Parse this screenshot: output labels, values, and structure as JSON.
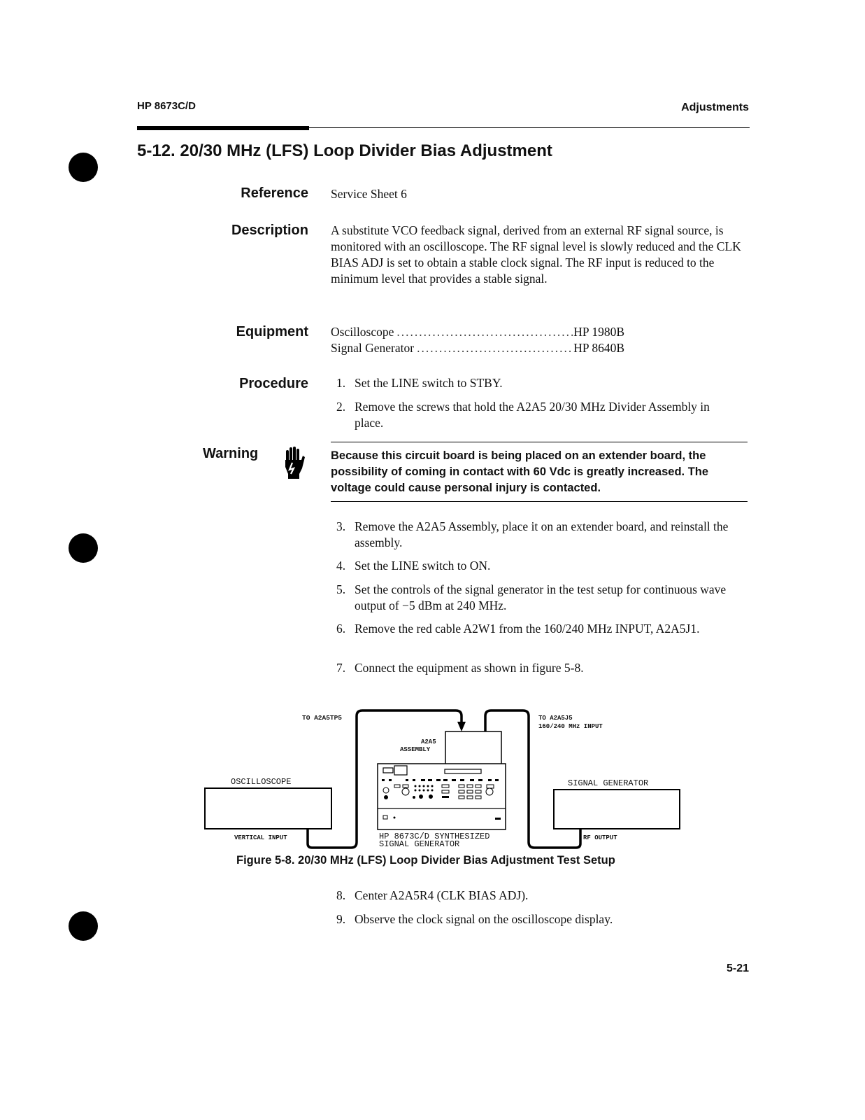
{
  "header": {
    "model": "HP 8673C/D",
    "section": "Adjustments"
  },
  "title": "5-12. 20/30 MHz (LFS) Loop Divider Bias Adjustment",
  "reference": {
    "label": "Reference",
    "text": "Service Sheet 6"
  },
  "description": {
    "label": "Description",
    "text": "A substitute VCO feedback signal, derived from an external RF signal source, is monitored with an oscilloscope. The RF signal level is slowly reduced and the CLK BIAS ADJ is set to obtain a stable clock signal. The RF input is reduced to the minimum level that provides a stable signal."
  },
  "equipment": {
    "label": "Equipment",
    "items": [
      {
        "name": "Oscilloscope",
        "model": "HP 1980B"
      },
      {
        "name": "Signal Generator",
        "model": "HP 8640B"
      }
    ]
  },
  "procedure": {
    "label": "Procedure",
    "steps": [
      {
        "num": "1.",
        "text": "Set the LINE switch to STBY."
      },
      {
        "num": "2.",
        "text": "Remove the screws that hold the A2A5 20/30 MHz Divider Assembly in place."
      },
      {
        "num": "3.",
        "text": "Remove the A2A5 Assembly, place it on an extender board, and reinstall the assembly."
      },
      {
        "num": "4.",
        "text": "Set the LINE switch to ON."
      },
      {
        "num": "5.",
        "text": "Set the controls of the signal generator in the test setup for continuous wave output of −5 dBm at 240 MHz."
      },
      {
        "num": "6.",
        "text": "Remove the red cable A2W1 from the 160/240 MHz INPUT, A2A5J1."
      },
      {
        "num": "7.",
        "text": "Connect the equipment as shown in figure 5-8."
      },
      {
        "num": "8.",
        "text": "Center A2A5R4 (CLK BIAS ADJ)."
      },
      {
        "num": "9.",
        "text": "Observe the clock signal on the oscilloscope display."
      }
    ]
  },
  "warning": {
    "label": "Warning",
    "icon": "hand-warning-icon",
    "text": "Because this circuit board is being placed on an extender board, the possibility of coming in contact with 60 Vdc is greatly increased. The voltage could cause personal injury is contacted."
  },
  "figure": {
    "labels": {
      "to_tp": "TO A2A5TP5",
      "to_j5_1": "TO A2A5J5",
      "to_j5_2": "160/240 MHz INPUT",
      "assembly_1": "A2A5",
      "assembly_2": "ASSEMBLY",
      "oscilloscope": "OSCILLOSCOPE",
      "signal_generator": "SIGNAL GENERATOR",
      "vertical_input": "VERTICAL INPUT",
      "rf_output": "RF OUTPUT",
      "device_1": "HP 8673C/D SYNTHESIZED",
      "device_2": "SIGNAL GENERATOR"
    },
    "caption": "Figure 5-8. 20/30 MHz (LFS) Loop Divider Bias Adjustment Test Setup"
  },
  "page_number": "5-21"
}
